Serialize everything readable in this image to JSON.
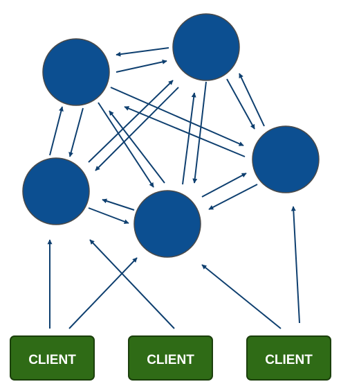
{
  "colors": {
    "node_fill": "#0c4f91",
    "node_stroke": "#4a4a4a",
    "arrow": "#0e3f6f",
    "client_fill": "#2f6b16",
    "client_text": "#ffffff"
  },
  "clients": [
    {
      "label": "CLIENT"
    },
    {
      "label": "CLIENT"
    },
    {
      "label": "CLIENT"
    }
  ]
}
